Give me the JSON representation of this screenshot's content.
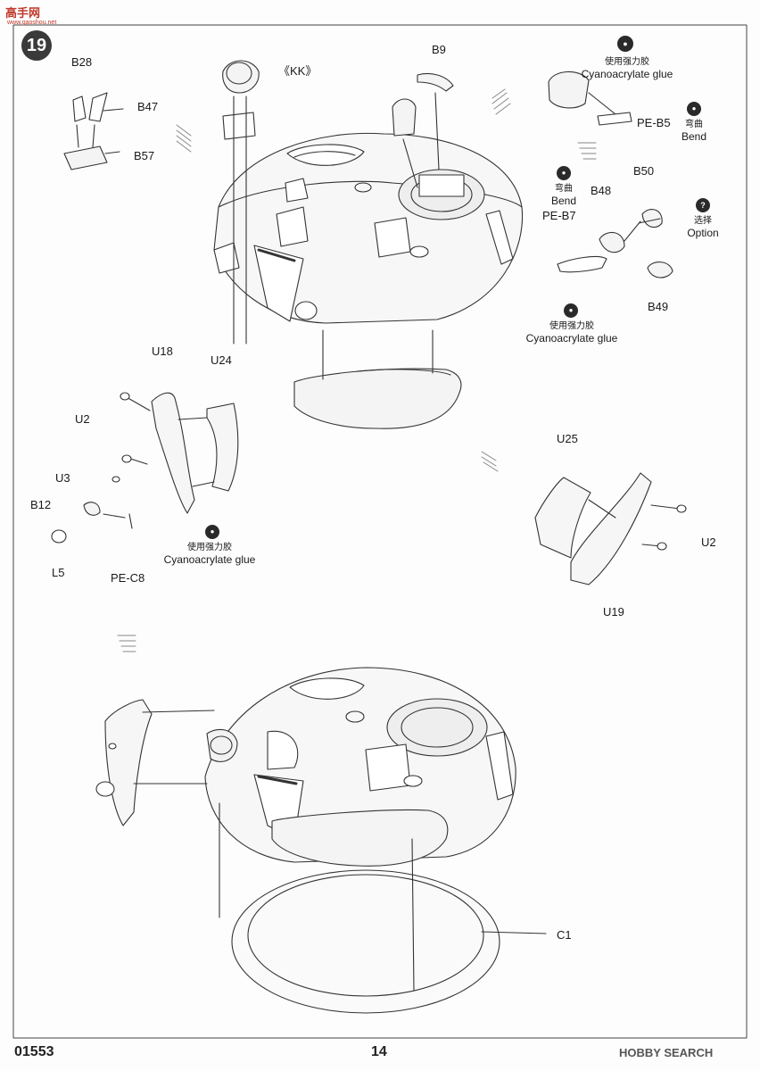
{
  "header": {
    "site_logo": "高手网",
    "site_url": "www.gaoshou.net"
  },
  "step": {
    "number": "19"
  },
  "parts": {
    "b28": "B28",
    "b47": "B47",
    "b57": "B57",
    "kk": "《KK》",
    "b9": "B9",
    "pe_b5": "PE-B5",
    "b50": "B50",
    "b48": "B48",
    "pe_b7": "PE-B7",
    "b49": "B49",
    "u18": "U18",
    "u24": "U24",
    "u2_left": "U2",
    "u3": "U3",
    "b12": "B12",
    "l5": "L5",
    "pe_c8": "PE-C8",
    "u25": "U25",
    "u2_right": "U2",
    "u19": "U19",
    "c1": "C1"
  },
  "notes": {
    "glue_cn": "使用强力胶",
    "glue_en": "Cyanoacrylate glue",
    "bend_cn": "弯曲",
    "bend_en": "Bend",
    "option_cn": "选择",
    "option_en": "Option"
  },
  "footer": {
    "kit_number": "01553",
    "page_number": "14",
    "watermark": "HOBBY SEARCH"
  },
  "colors": {
    "ink": "#222222",
    "line": "#333333",
    "paper": "#fdfdfd",
    "accent": "#c0392b"
  }
}
